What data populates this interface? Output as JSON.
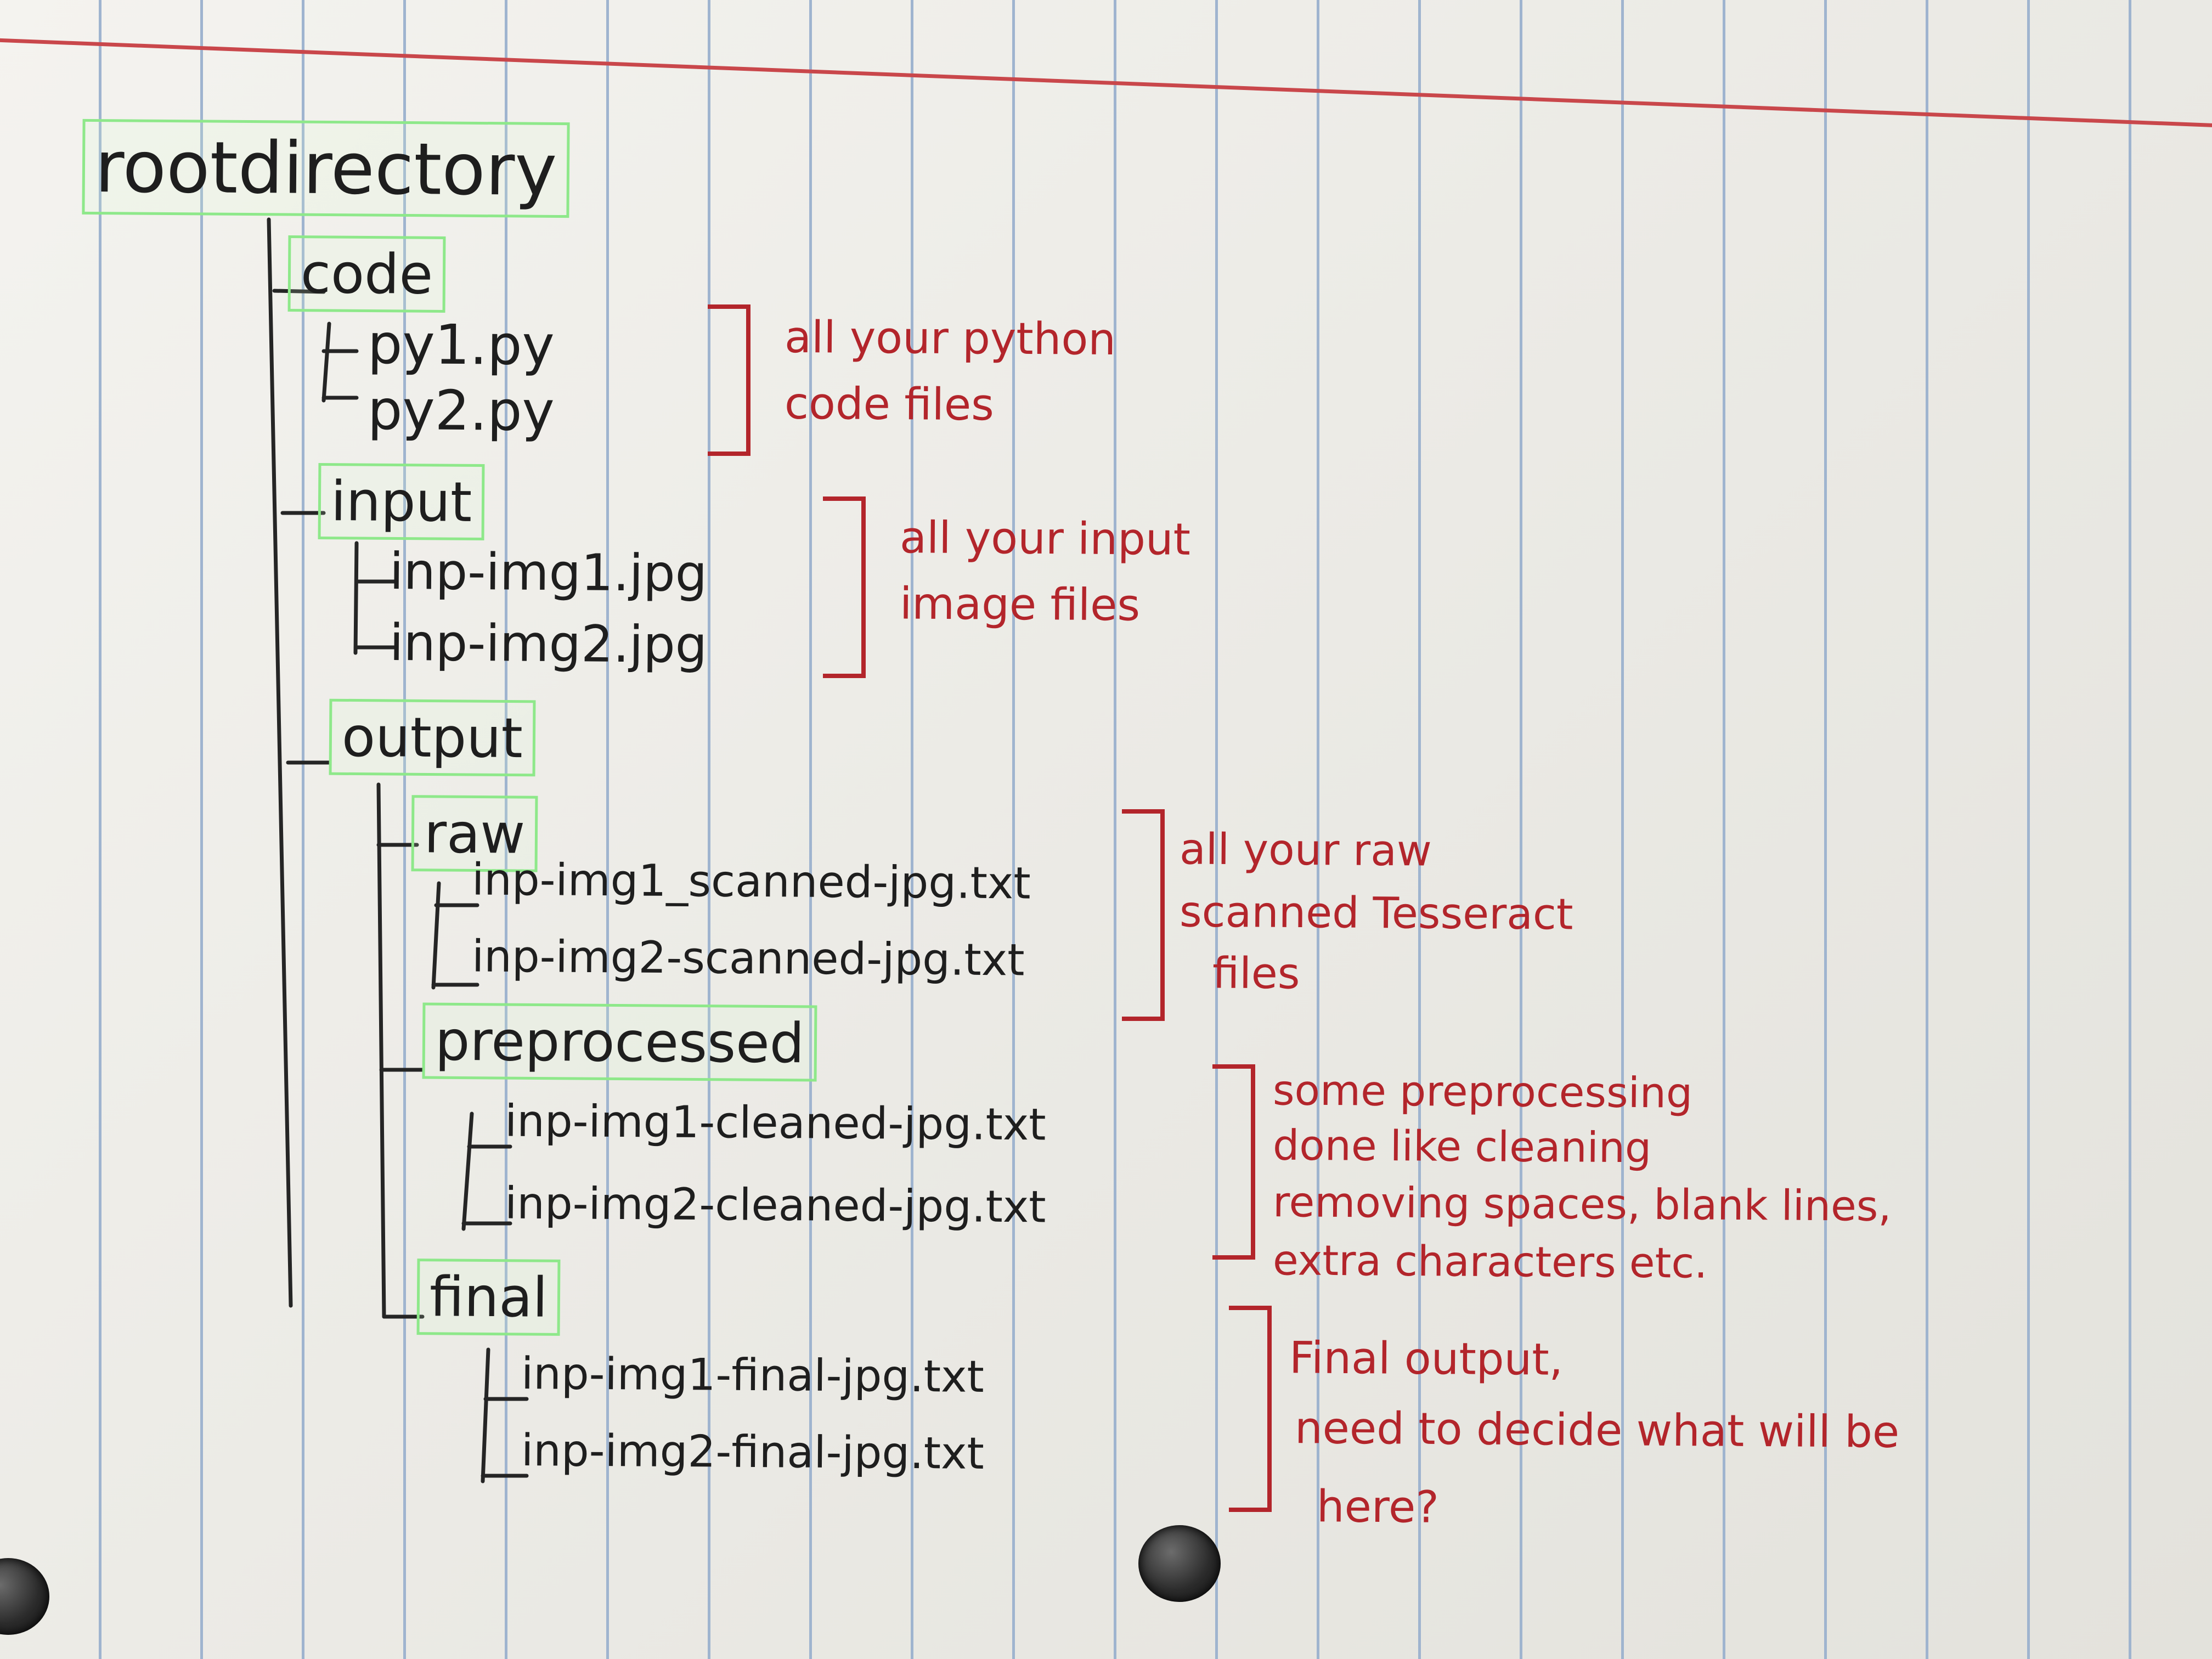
{
  "tree": {
    "root": "rootdirectory",
    "code": {
      "label": "code",
      "files": [
        "py1.py",
        "py2.py"
      ]
    },
    "input": {
      "label": "input",
      "files": [
        "inp-img1.jpg",
        "inp-img2.jpg"
      ]
    },
    "output": {
      "label": "output",
      "raw": {
        "label": "raw",
        "files": [
          "inp-img1_scanned-jpg.txt",
          "inp-img2-scanned-jpg.txt"
        ]
      },
      "preprocessed": {
        "label": "preprocessed",
        "files": [
          "inp-img1-cleaned-jpg.txt",
          "inp-img2-cleaned-jpg.txt"
        ]
      },
      "final": {
        "label": "final",
        "files": [
          "inp-img1-final-jpg.txt",
          "inp-img2-final-jpg.txt"
        ]
      }
    }
  },
  "notes": {
    "code_note": [
      "all your python",
      "code files"
    ],
    "input_note": [
      "all your input",
      "image files"
    ],
    "raw_note": [
      "all your raw",
      "scanned Tesseract",
      "files"
    ],
    "preprocessed_note": [
      "some preprocessing",
      "done like cleaning",
      "removing spaces, blank lines,",
      "extra characters etc."
    ],
    "final_note": [
      "Final output,",
      "need to decide what will be",
      "here?"
    ]
  },
  "colors": {
    "ink": "#1e1e1e",
    "red_ink": "#b3252b",
    "highlight": "#8ee88a",
    "rule": "#9fb4cf",
    "margin": "#c9474b"
  }
}
